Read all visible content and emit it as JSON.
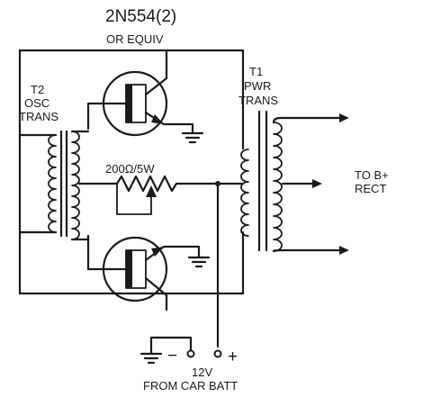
{
  "transistors": {
    "part_number": "2N554(2)",
    "equivalent_note": "OR EQUIV"
  },
  "t2": {
    "designator": "T2",
    "line1": "OSC",
    "line2": "TRANS"
  },
  "t1": {
    "designator": "T1",
    "line1": "PWR",
    "line2": "TRANS"
  },
  "resistor": {
    "value": "200Ω/5W"
  },
  "output": {
    "line1": "TO B+",
    "line2": "RECT"
  },
  "battery": {
    "minus_sign": "−",
    "plus_sign": "+",
    "voltage": "12V",
    "source": "FROM CAR BATT"
  },
  "icons": [
    "ground-icon",
    "transistor-icon",
    "coil-icon",
    "arrow-icon"
  ]
}
